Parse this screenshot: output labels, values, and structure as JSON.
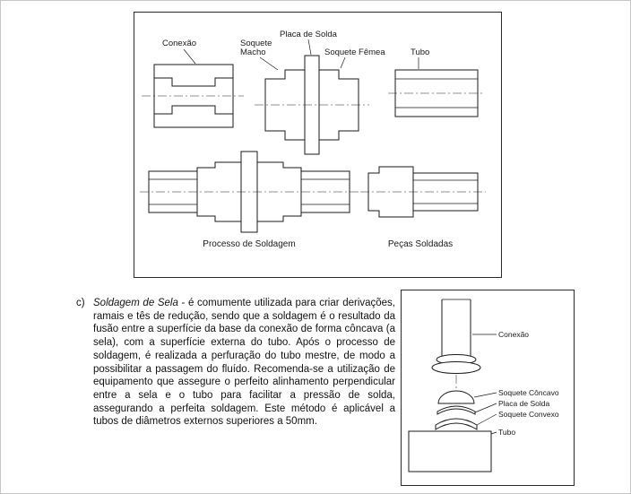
{
  "page": {
    "background": "#ffffff",
    "line_color": "#1a1a1a"
  },
  "figure_top": {
    "labels": {
      "conexao": "Conexão",
      "soquete_macho_line1": "Soquete",
      "soquete_macho_line2": "Macho",
      "placa_de_solda": "Placa de Solda",
      "soquete_femea": "Soquete Fêmea",
      "tubo": "Tubo"
    },
    "captions": {
      "processo_de_soldagem": "Processo de Soldagem",
      "pecas_soldadas": "Peças Soldadas"
    }
  },
  "paragraph": {
    "marker": "c)",
    "lead_italic": "Soldagem de Sela",
    "body": " - é comumente utilizada para criar derivações, ramais e tês de redução, sendo que a soldagem é o resultado da fusão entre a superfície da base da conexão de forma côncava (a sela), com a superfície externa do tubo. Após o processo de soldagem, é realizada a perfuração do tubo mestre, de modo a possibilitar a passagem do fluído. Recomenda-se a utilização de equipamento que assegure o perfeito alinhamento perpendicular entre a sela e o tubo para facilitar a pressão de solda, assegurando a perfeita soldagem. Este método é aplicável a tubos de diâmetros externos superiores a 50mm."
  },
  "figure_side": {
    "labels": {
      "conexao": "Conexão",
      "soquete_concavo": "Soquete Côncavo",
      "placa_de_solda": "Placa de Solda",
      "soquete_convexo": "Soquete Convexo",
      "tubo": "Tubo"
    }
  }
}
